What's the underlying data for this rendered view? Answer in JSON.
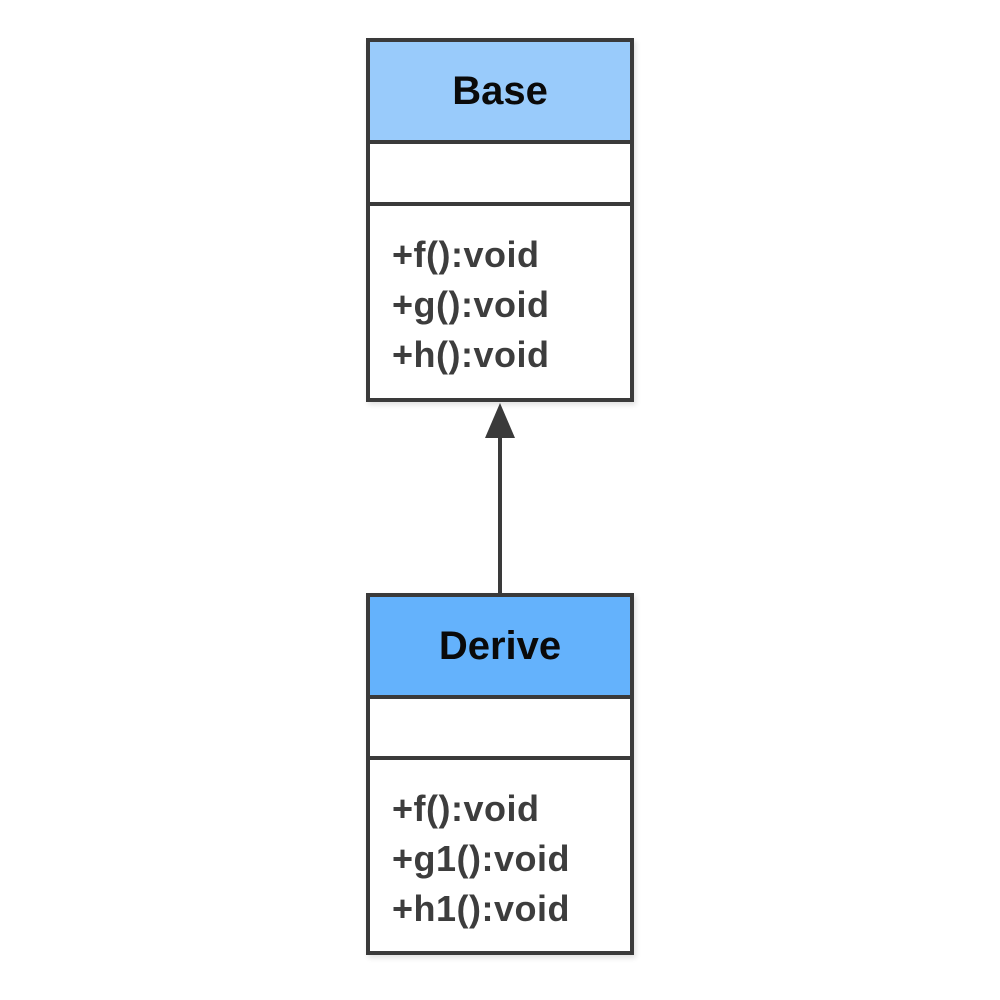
{
  "diagram": {
    "type": "uml-class-diagram",
    "background": "#ffffff",
    "colors": {
      "border": "#3a3a3a",
      "header_text": "#0a0a0a",
      "method_text": "#3d3d3d",
      "base_header_fill": "#99CBFB",
      "derive_header_fill": "#64B2FC"
    },
    "classes": [
      {
        "name": "Base",
        "header_fill": "#99CBFB",
        "attributes": [],
        "methods": [
          "+f():void",
          "+g():void",
          "+h():void"
        ]
      },
      {
        "name": "Derive",
        "header_fill": "#64B2FC",
        "attributes": [],
        "methods": [
          "+f():void",
          "+g1():void",
          "+h1():void"
        ]
      }
    ],
    "relationship": {
      "type": "inheritance",
      "from": "Derive",
      "to": "Base",
      "arrow_style": "filled-triangle-solid-line"
    }
  }
}
